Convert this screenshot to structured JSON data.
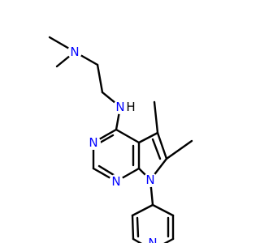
{
  "molecule": {
    "atoms": {
      "amine_n": "N",
      "nh_n": "N",
      "nh_h": "H",
      "pyrimidine_n_top": "N",
      "pyrimidine_n_bottom": "N",
      "pyrrole_n": "N",
      "pyridine_n": "N"
    },
    "colors": {
      "nitrogen": "#0000ff",
      "bond": "#000000",
      "background": "#ffffff"
    }
  }
}
